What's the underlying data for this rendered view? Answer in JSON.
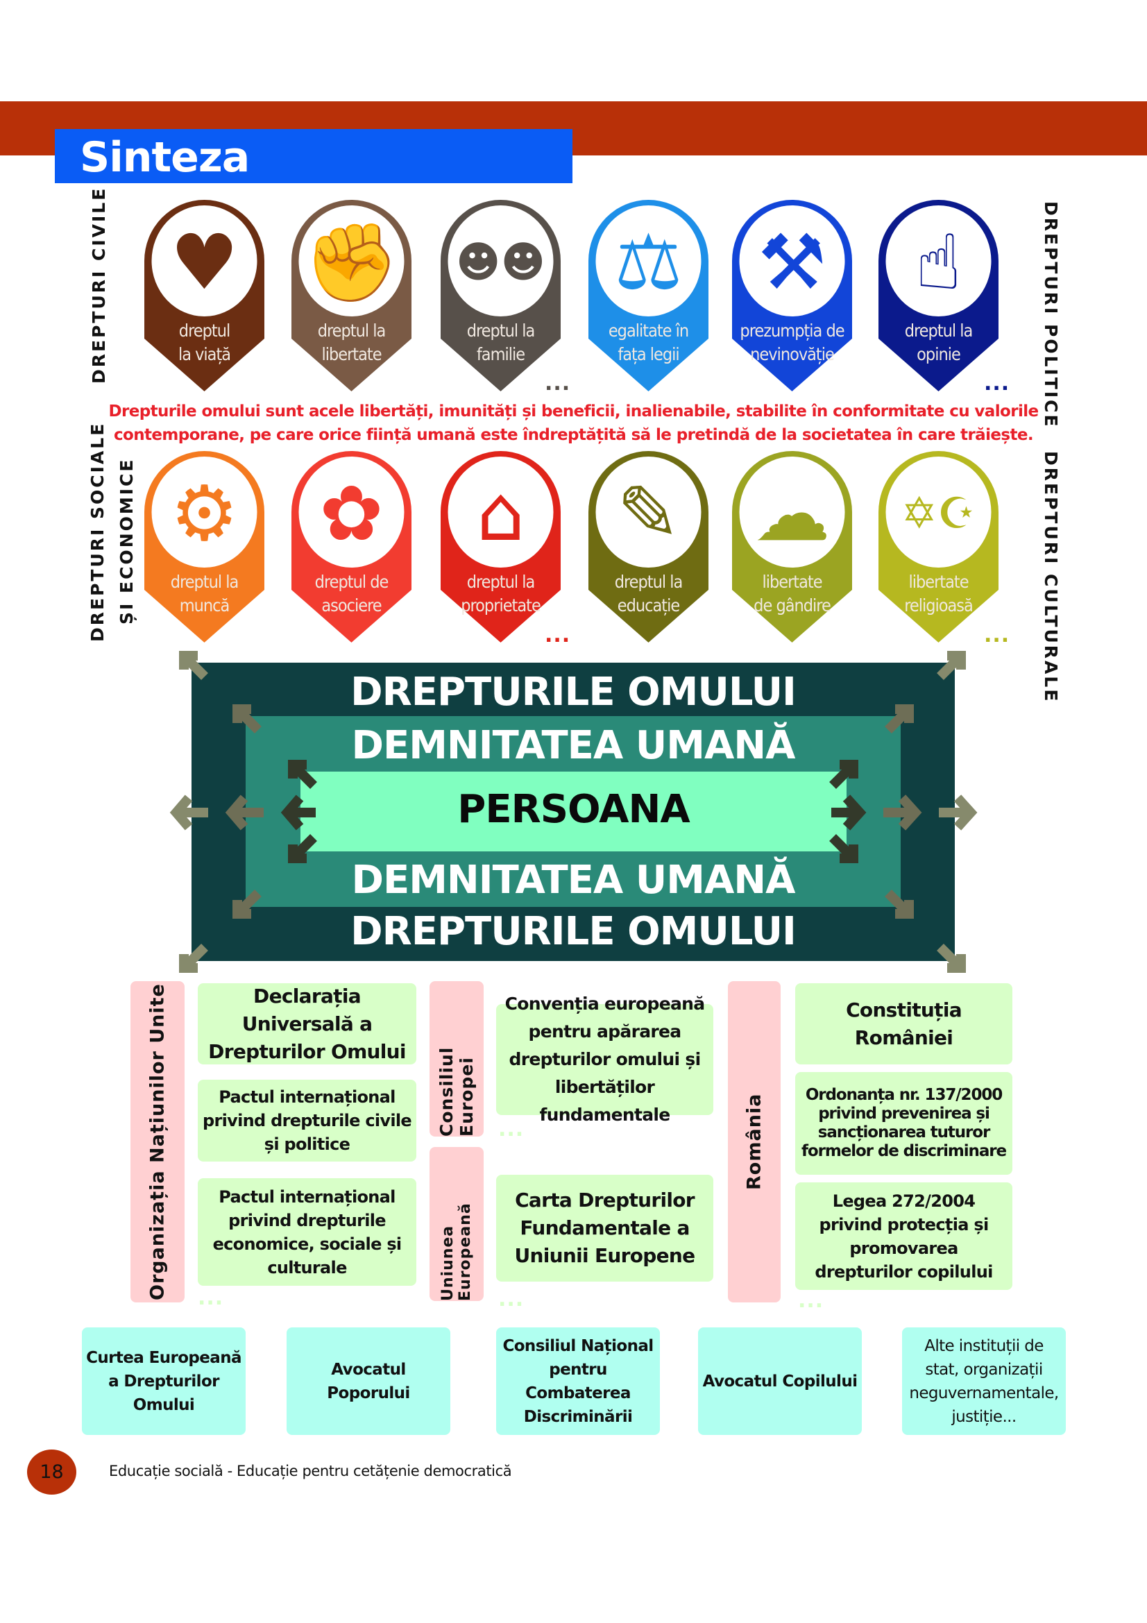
{
  "header": {
    "title": "Sinteza"
  },
  "side_labels": {
    "civile": "DREPTURI CIVILE",
    "politice": "DREPTURI POLITICE",
    "sociale_line1": "DREPTURI SOCIALE",
    "sociale_line2": "ȘI ECONOMICE",
    "culturale": "DREPTURI CULTURALE"
  },
  "badges_row1": [
    {
      "l1": "dreptul",
      "l2": "la viață",
      "icon": "heart-cycle-icon",
      "glyph": "♥",
      "color": "#6b2e12"
    },
    {
      "l1": "dreptul la",
      "l2": "libertate",
      "icon": "chained-fists-icon",
      "glyph": "✊",
      "color": "#7a5a45"
    },
    {
      "l1": "dreptul la",
      "l2": "familie",
      "icon": "family-icon",
      "glyph": "☻☻",
      "color": "#57504a"
    },
    {
      "l1": "egalitate în",
      "l2": "fața legii",
      "icon": "scales-icon",
      "glyph": "⚖",
      "color": "#1e8fe8"
    },
    {
      "l1": "prezumpția de",
      "l2": "nevinovăție",
      "icon": "gavel-court-icon",
      "glyph": "⚒",
      "color": "#1245d8"
    },
    {
      "l1": "dreptul la",
      "l2": "opinie",
      "icon": "speaker-podium-icon",
      "glyph": "☝",
      "color": "#0b1a8c"
    }
  ],
  "badges_row2": [
    {
      "l1": "dreptul la",
      "l2": "muncă",
      "icon": "worker-gear-icon",
      "glyph": "⚙",
      "color": "#f47a20"
    },
    {
      "l1": "dreptul de",
      "l2": "asociere",
      "icon": "people-circle-icon",
      "glyph": "✿",
      "color": "#f23c30"
    },
    {
      "l1": "dreptul la",
      "l2": "proprietate",
      "icon": "house-hand-icon",
      "glyph": "⌂",
      "color": "#e0241a"
    },
    {
      "l1": "dreptul la",
      "l2": "educație",
      "icon": "graduate-icon",
      "glyph": "✎",
      "color": "#6f6c12"
    },
    {
      "l1": "libertate",
      "l2": "de gândire",
      "icon": "thinker-clouds-icon",
      "glyph": "☁",
      "color": "#9ba422"
    },
    {
      "l1": "libertate",
      "l2": "religioasă",
      "icon": "religion-symbols-icon",
      "glyph": "✡☪",
      "color": "#b6b820"
    }
  ],
  "ellipsis": "...",
  "colors": {
    "dots_row1": "#0b1a8c",
    "dots_row1_mid": "#57504a",
    "dots_row2_mid": "#e0241a",
    "dots_row2": "#b6b820"
  },
  "definition": {
    "line1": "Drepturile omului sunt acele libertăți, imunități și beneficii, inalienabile, stabilite în conformitate cu valorile",
    "line2": "contemporane, pe care orice ființă umană este îndreptățită să le pretindă de la societatea în care trăiește."
  },
  "diagram": {
    "outer_top": "DREPTURILE OMULUI",
    "middle_top": "DEMNITATEA UMANĂ",
    "center": "PERSOANA",
    "middle_bottom": "DEMNITATEA UMANĂ",
    "outer_bottom": "DREPTURILE OMULUI"
  },
  "documents": {
    "onu": {
      "label": "Organizația Națiunilor Unite",
      "items": [
        "Declarația Universală a Drepturilor Omului",
        "Pactul internațional privind drepturile civile și politice",
        "Pactul internațional privind drepturile economice, sociale și culturale"
      ]
    },
    "consiliul_europei": {
      "label": "Consiliul Europei",
      "items": [
        "Convenția europeană pentru apărarea drepturilor omului și libertăților fundamentale"
      ]
    },
    "uniunea_europeana": {
      "label": "Uniunea Europeană",
      "items": [
        "Carta Drepturilor Fundamentale a Uniunii Europene"
      ]
    },
    "romania": {
      "label": "România",
      "items": [
        "Constituția României",
        "Ordonanța nr. 137/2000 privind prevenirea și sancționarea tuturor formelor de discriminare",
        "Legea 272/2004 privind protecția și promovarea drepturilor copilului"
      ]
    }
  },
  "institutions": [
    "Curtea Europeană a Drepturilor Omului",
    "Avocatul Poporului",
    "Consiliul Național pentru Combaterea Discriminării",
    "Avocatul Copilului",
    "Alte instituții de stat, organizații neguvernamentale, justiție..."
  ],
  "footer": {
    "page_number": "18",
    "text": "Educație socială - Educație pentru cetățenie democratică"
  }
}
